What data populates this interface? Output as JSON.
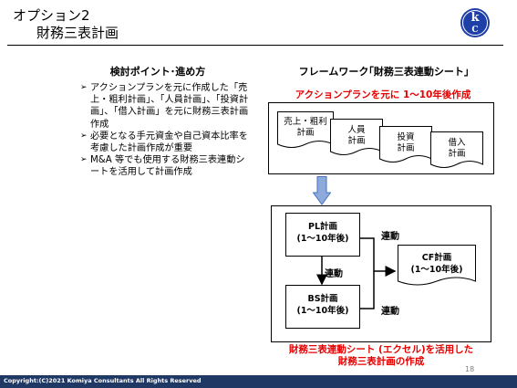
{
  "header": {
    "title_line1": "オプション2",
    "title_line2": "財務三表計画"
  },
  "left": {
    "heading": "検討ポイント･進め方",
    "bullets": [
      "アクションプランを元に作成した「売上・粗利計画」、「人員計画」、「投資計画」、「借入計画」を元に財務三表計画作成",
      "必要となる手元資金や自己資本比率を考慮した計画作成が重要",
      "M&A 等でも使用する財務三表連動シートを活用して計画作成"
    ]
  },
  "right": {
    "heading": "フレームワーク｢財務三表連動シート｣",
    "top_caption": "アクションプランを元に 1～10年後作成",
    "docs": [
      {
        "line1": "売上・粗利",
        "line2": "計画"
      },
      {
        "line1": "人員",
        "line2": "計画"
      },
      {
        "line1": "投資",
        "line2": "計画"
      },
      {
        "line1": "借入",
        "line2": "計画"
      }
    ],
    "pl": {
      "line1": "PL計画",
      "line2": "(1～10年後)"
    },
    "bs": {
      "line1": "BS計画",
      "line2": "(1～10年後)"
    },
    "cf": {
      "line1": "CF計画",
      "line2": "(1～10年後)"
    },
    "link_label": "連動",
    "bottom_caption_line1": "財務三表連動シート (エクセル)を活用した",
    "bottom_caption_line2": "財務三表計画の作成"
  },
  "footer": {
    "copyright": "Copyright:(C)2021 Komiya Consultants All Rights Reserved",
    "page": "18"
  },
  "colors": {
    "accent_red": "#e60000",
    "footer_navy": "#1f3864",
    "logo_blue": "#1f3fa8",
    "arrow_blue": "#8eaadb"
  }
}
